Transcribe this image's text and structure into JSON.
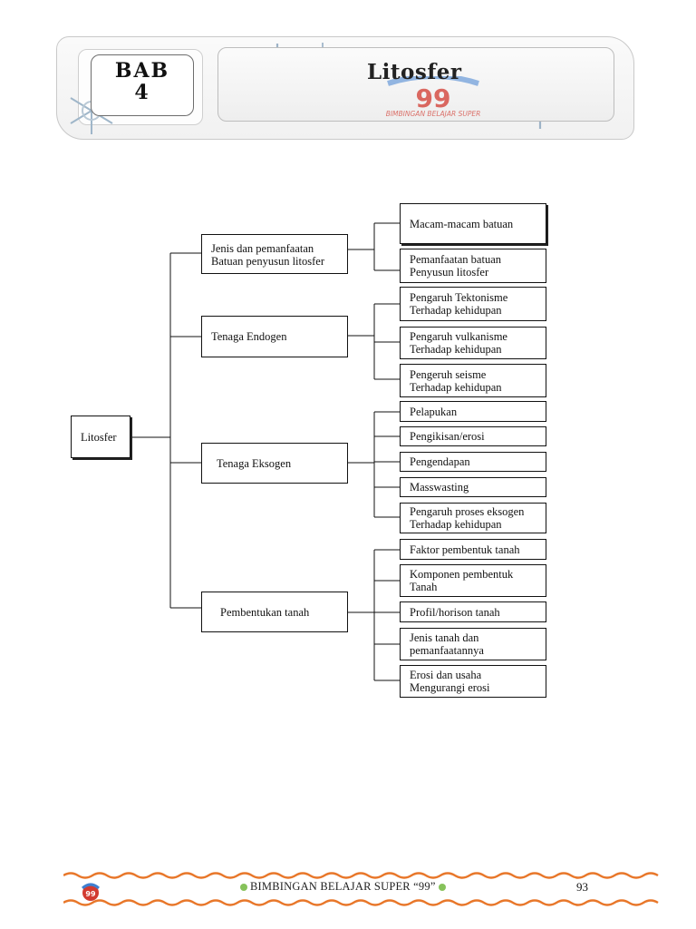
{
  "header": {
    "chapter_word": "BAB",
    "chapter_number": "4",
    "title": "Litosfer",
    "logo_number": "99",
    "logo_arc_text": "BIMBINGAN BELAJAR SUPER"
  },
  "diagram": {
    "root": "Litosfer",
    "branches": [
      {
        "label": "Jenis dan pemanfaatan\nBatuan penyusun litosfer",
        "leaves": [
          "Macam-macam batuan",
          "Pemanfaatan batuan\nPenyusun litosfer"
        ]
      },
      {
        "label": "Tenaga Endogen",
        "leaves": [
          "Pengaruh Tektonisme\nTerhadap kehidupan",
          "Pengaruh vulkanisme\nTerhadap kehidupan",
          "Pengeruh seisme\nTerhadap kehidupan"
        ]
      },
      {
        "label": "Tenaga Eksogen",
        "leaves": [
          "Pelapukan",
          "Pengikisan/erosi",
          "Pengendapan",
          "Masswasting",
          "Pengaruh proses eksogen\nTerhadap kehidupan"
        ]
      },
      {
        "label": "Pembentukan tanah",
        "leaves": [
          "Faktor pembentuk tanah",
          "Komponen pembentuk\nTanah",
          "Profil/horison tanah",
          "Jenis tanah dan\npemanfaatannya",
          "Erosi dan usaha\nMengurangi erosi"
        ]
      }
    ]
  },
  "footer": {
    "brand": "BIMBINGAN BELAJAR SUPER “99”",
    "page_number": "93"
  },
  "colors": {
    "wave_orange": "#e8772a",
    "dot_green": "#86c25a",
    "logo_red": "#d23a30",
    "logo_blue": "#3f7fd0"
  }
}
